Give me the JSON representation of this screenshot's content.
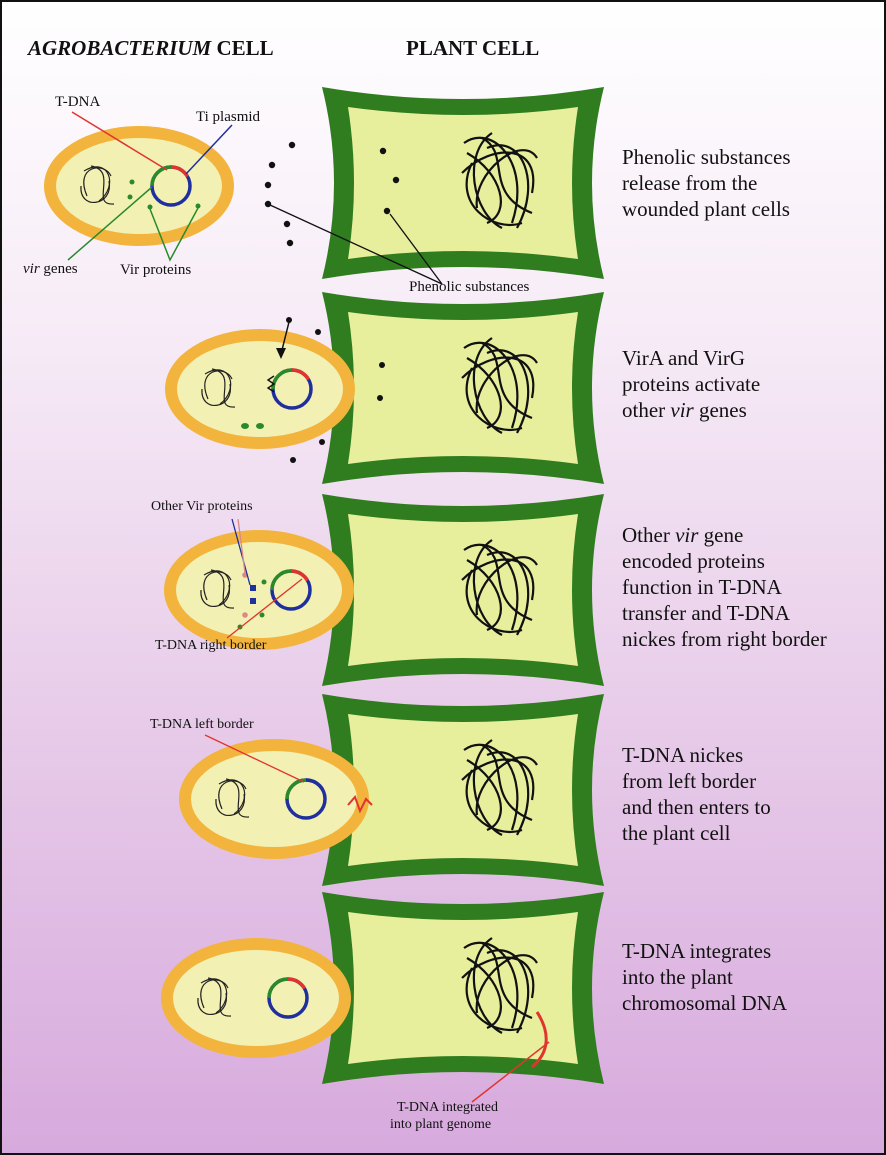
{
  "headers": {
    "agrobacterium_italic": "AGROBACTERIUM",
    "agrobacterium_suffix": " CELL",
    "plant": "PLANT CELL"
  },
  "labels": {
    "t_dna": "T-DNA",
    "ti_plasmid": "Ti plasmid",
    "vir_genes_italic": "vir",
    "vir_genes_suffix": " genes",
    "vir_proteins": "Vir proteins",
    "phenolic_substances": "Phenolic substances",
    "other_vir_proteins": "Other Vir proteins",
    "t_dna_right_border": "T-DNA right border",
    "t_dna_left_border": "T-DNA left border",
    "t_dna_integrated_line1": "T-DNA integrated",
    "t_dna_integrated_line2": "into plant genome"
  },
  "steps": [
    {
      "lines": [
        "Phenolic substances",
        "release from the",
        "wounded plant cells"
      ]
    },
    {
      "lines": [
        "VirA and VirG",
        "proteins activate",
        "other |vir| genes"
      ]
    },
    {
      "lines": [
        "Other |vir| gene",
        "encoded proteins",
        "function in T-DNA",
        "transfer and T-DNA",
        "nickes from right border"
      ]
    },
    {
      "lines": [
        "T-DNA nickes",
        "from left border",
        "and then enters to",
        "the plant cell"
      ]
    },
    {
      "lines": [
        "T-DNA integrates",
        "into the plant",
        "chromosomal DNA"
      ]
    }
  ],
  "colors": {
    "cell_wall": "#2f7d1f",
    "cytoplasm": "#e7ef9c",
    "bacterium_outer": "#f3b43e",
    "bacterium_inner": "#f2f0b2",
    "t_dna": "#e0352f",
    "plasmid": "#1f2f9e",
    "vir": "#2a8a2a"
  }
}
